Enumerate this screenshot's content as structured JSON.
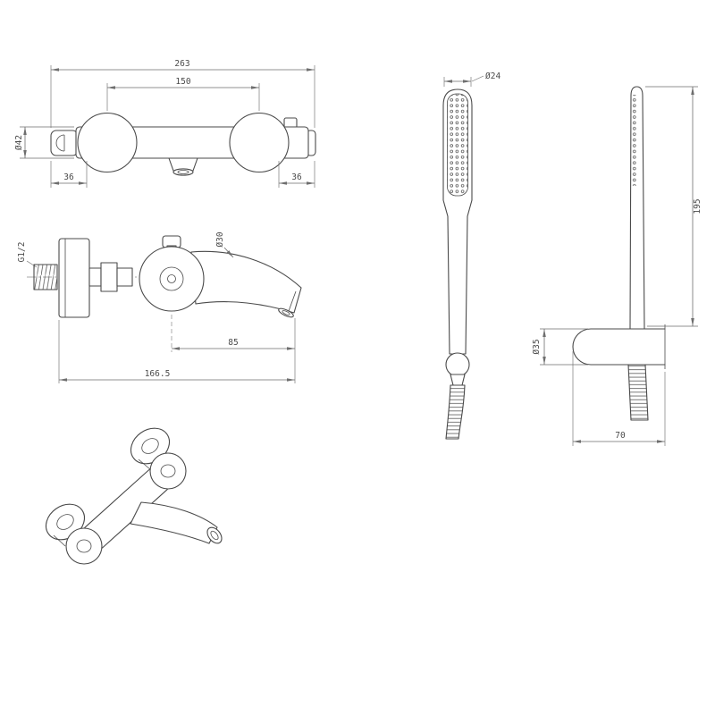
{
  "drawing": {
    "front_view": {
      "dim_overall": "263",
      "dim_handle_centers": "150",
      "dim_body_diameter": "Ø42",
      "dim_left_end": "36",
      "dim_right_end": "36"
    },
    "side_view": {
      "thread_size": "G1/2",
      "dim_spout_diameter": "Ø30",
      "dim_spout_projection": "85",
      "dim_total_projection": "166.5"
    },
    "hand_shower": {
      "dim_head_diameter": "Ø24",
      "dim_wand_length": "195",
      "dim_holder_diameter": "Ø35",
      "dim_holder_length": "70"
    },
    "colors": {
      "line": "#4a4a4a",
      "dimension": "#6e6e6e",
      "text": "#4a4a4a",
      "background": "#ffffff"
    }
  }
}
